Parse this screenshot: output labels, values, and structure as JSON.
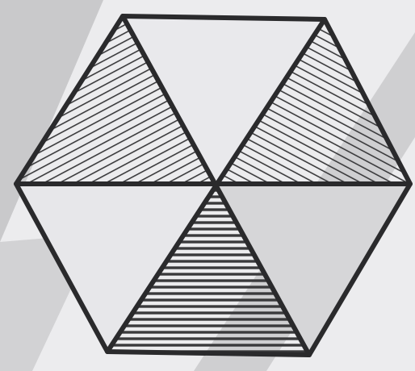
{
  "figure": {
    "shape": "regular hexagon divided into six triangles",
    "triangle_fills": [
      "hatched",
      "blank",
      "hatched",
      "blank",
      "hatched",
      "blank"
    ],
    "hatch_direction": [
      "diagonal",
      "none",
      "diagonal",
      "none",
      "horizontal",
      "none"
    ]
  },
  "colors": {
    "paper_light": "#ececee",
    "paper_shadow": "#c4c4c6",
    "stroke": "#2a2a2c",
    "hatch": "#3a3a3c",
    "blank_fill": "#e9e9ec"
  }
}
